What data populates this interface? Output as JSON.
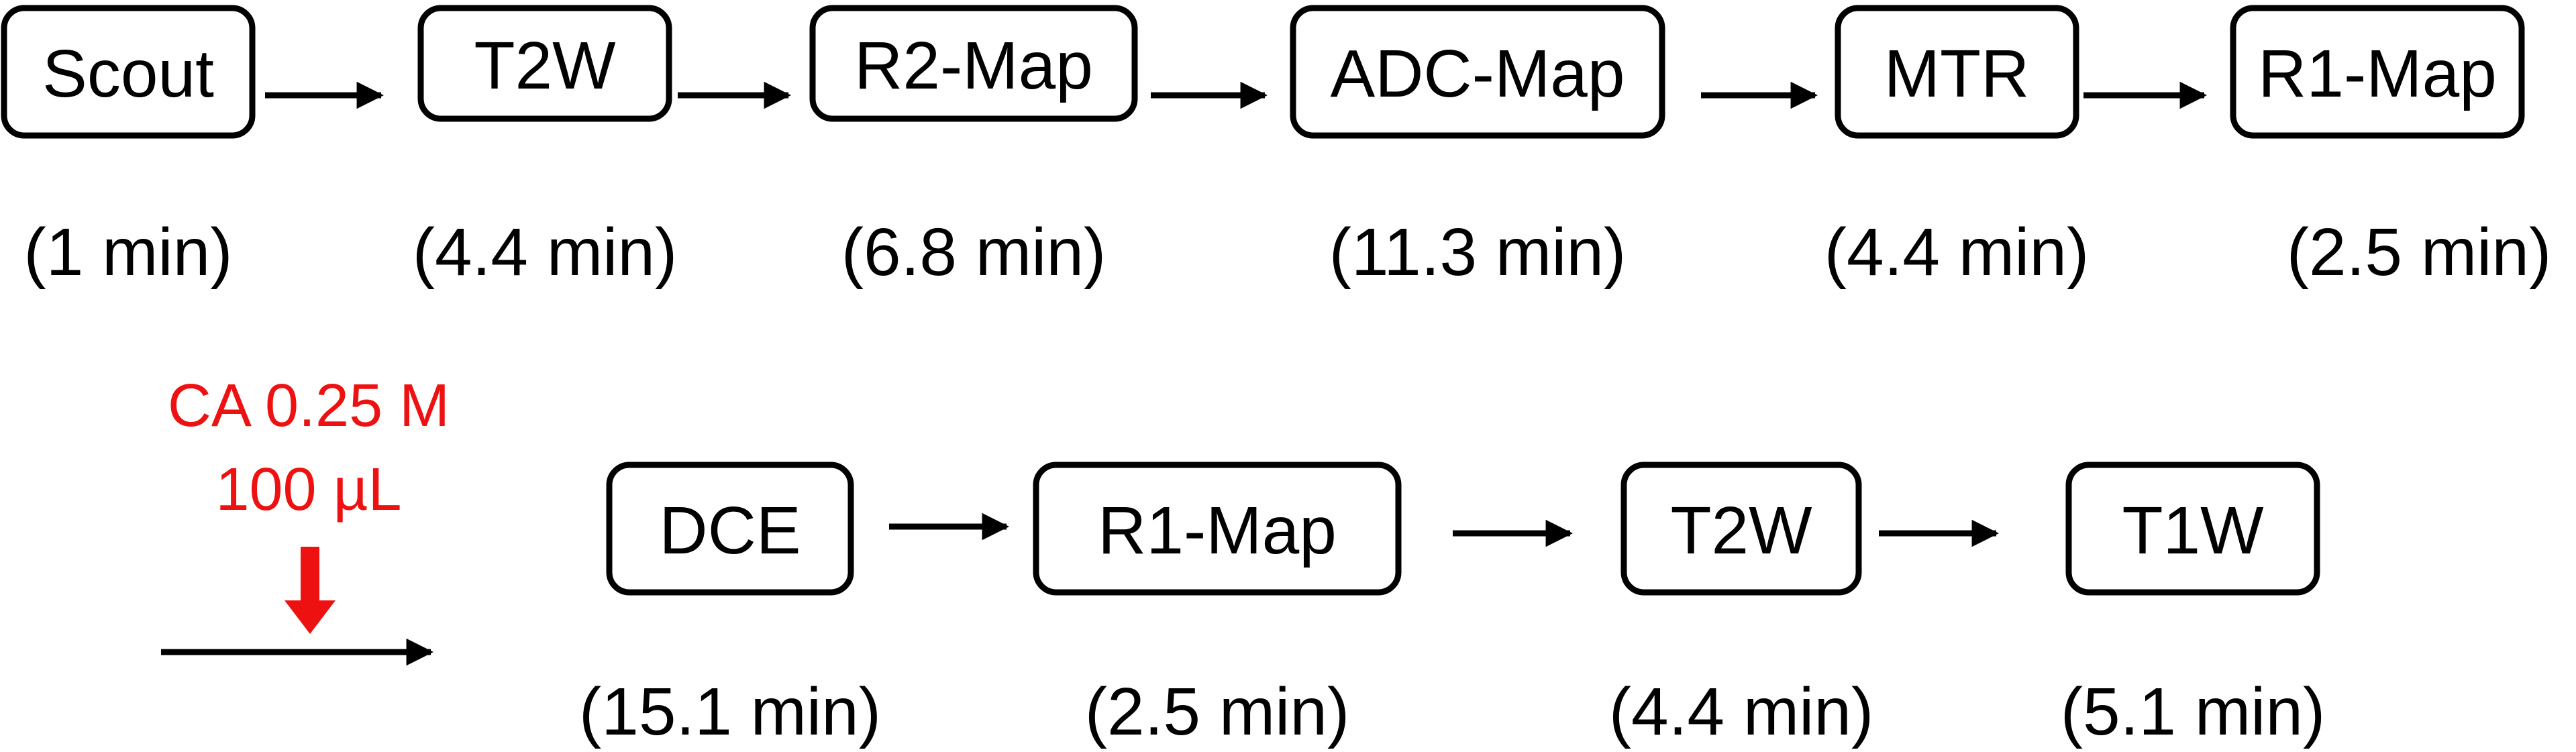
{
  "row1": {
    "steps": [
      {
        "label": "Scout",
        "duration": "(1 min)"
      },
      {
        "label": "T2W",
        "duration": "(4.4 min)"
      },
      {
        "label": "R2-Map",
        "duration": "(6.8 min)"
      },
      {
        "label": "ADC-Map",
        "duration": "(11.3 min)"
      },
      {
        "label": "MTR",
        "duration": "(4.4 min)"
      },
      {
        "label": "R1-Map",
        "duration": "(2.5 min)"
      }
    ]
  },
  "injection": {
    "line1": "CA 0.25 M",
    "line2": "100 µL",
    "color": "#ee1111"
  },
  "row2": {
    "steps": [
      {
        "label": "DCE",
        "duration": "(15.1 min)"
      },
      {
        "label": "R1-Map",
        "duration": "(2.5 min)"
      },
      {
        "label": "T2W",
        "duration": "(4.4 min)"
      },
      {
        "label": "T1W",
        "duration": "(5.1 min)"
      }
    ]
  }
}
